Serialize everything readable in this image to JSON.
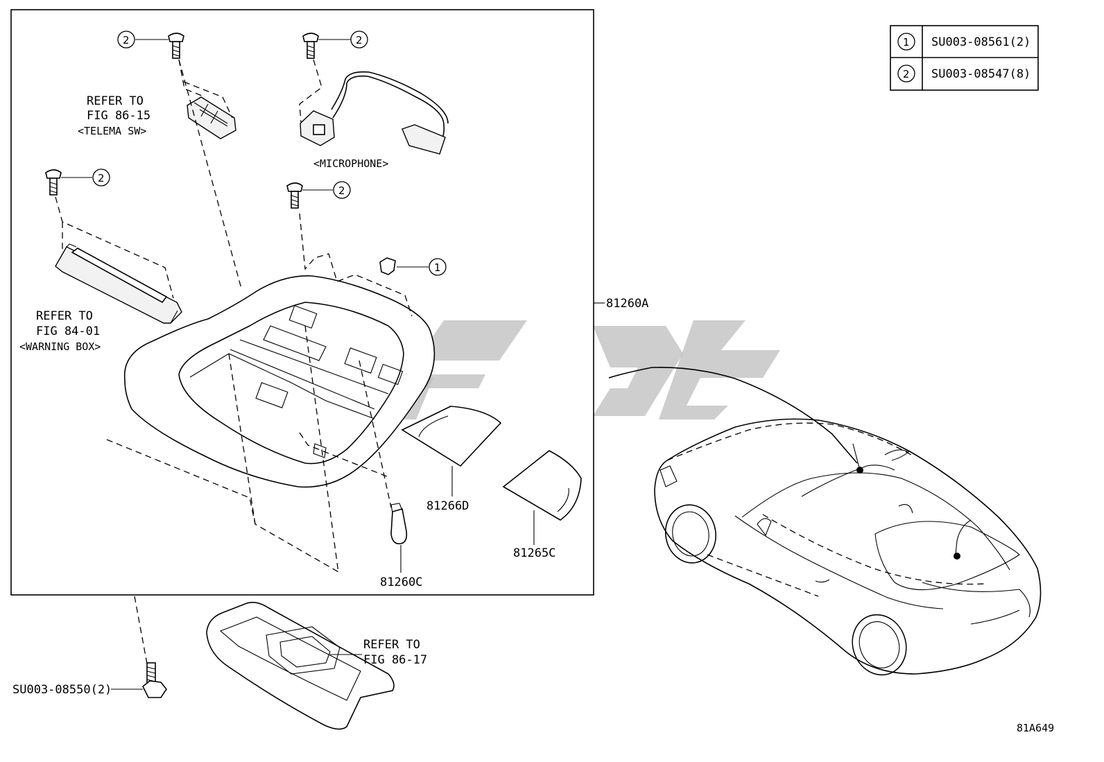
{
  "legend": {
    "rows": [
      {
        "key": "1",
        "part_number": "SU003-08561(2)"
      },
      {
        "key": "2",
        "part_number": "SU003-08547(8)"
      }
    ]
  },
  "labels": {
    "telema": {
      "line1": "REFER TO",
      "line2": "FIG 86-15",
      "line3": "<TELEMA SW>"
    },
    "microphone": "<MICROPHONE>",
    "warning": {
      "line1": "REFER TO",
      "line2": "FIG 84-01",
      "line3": "<WARNING BOX>"
    },
    "assembly": "81260A",
    "lens_d": "81266D",
    "lens_c": "81265C",
    "bulb": "81260C",
    "lower": {
      "line1": "REFER TO",
      "line2": "FIG 86-17"
    },
    "bolt": "SU003-08550(2)",
    "figure_id": "81A649"
  },
  "callouts": {
    "one": "1",
    "two": "2"
  },
  "colors": {
    "line": "#000000",
    "watermark": "#bdbdbd",
    "background": "#ffffff"
  }
}
